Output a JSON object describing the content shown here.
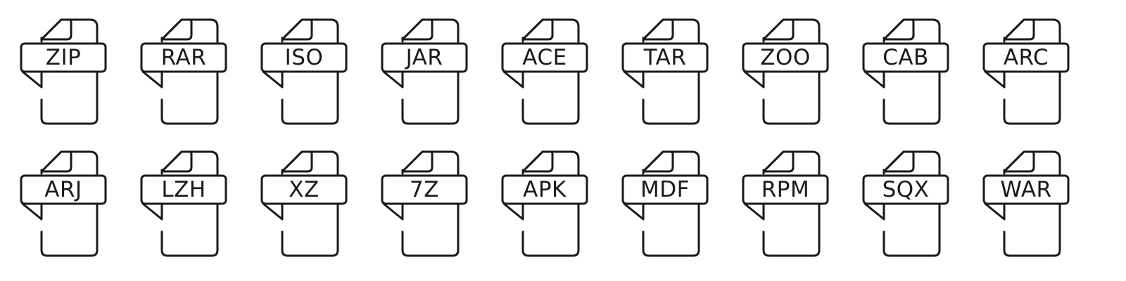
{
  "stroke_color": "#1a1a1a",
  "fill_color": "#ffffff",
  "icons": [
    {
      "label": "ZIP",
      "icon": "file-zip-icon"
    },
    {
      "label": "RAR",
      "icon": "file-rar-icon"
    },
    {
      "label": "ISO",
      "icon": "file-iso-icon"
    },
    {
      "label": "JAR",
      "icon": "file-jar-icon"
    },
    {
      "label": "ACE",
      "icon": "file-ace-icon"
    },
    {
      "label": "TAR",
      "icon": "file-tar-icon"
    },
    {
      "label": "ZOO",
      "icon": "file-zoo-icon"
    },
    {
      "label": "CAB",
      "icon": "file-cab-icon"
    },
    {
      "label": "ARC",
      "icon": "file-arc-icon"
    },
    {
      "label": "ARJ",
      "icon": "file-arj-icon"
    },
    {
      "label": "LZH",
      "icon": "file-lzh-icon"
    },
    {
      "label": "XZ",
      "icon": "file-xz-icon"
    },
    {
      "label": "7Z",
      "icon": "file-7z-icon"
    },
    {
      "label": "APK",
      "icon": "file-apk-icon"
    },
    {
      "label": "MDF",
      "icon": "file-mdf-icon"
    },
    {
      "label": "RPM",
      "icon": "file-rpm-icon"
    },
    {
      "label": "SQX",
      "icon": "file-sqx-icon"
    },
    {
      "label": "WAR",
      "icon": "file-war-icon"
    }
  ]
}
